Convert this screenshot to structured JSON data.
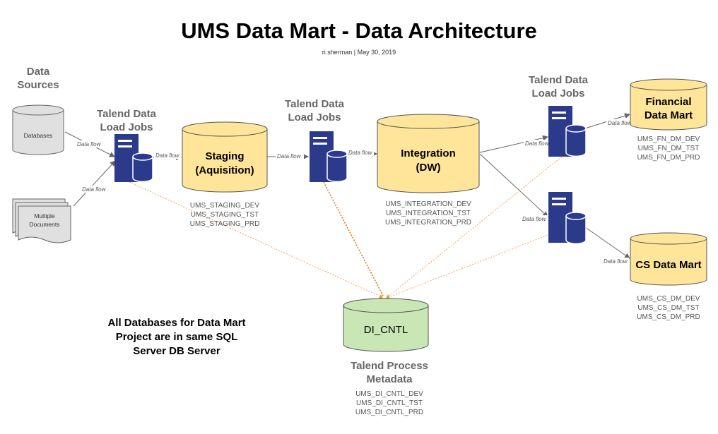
{
  "title": "UMS Data Mart - Data Architecture",
  "subtitle": "ri.sherman   |  May 30, 2019",
  "labels": {
    "data_sources": [
      "Data",
      "Sources"
    ],
    "talend_jobs_1": [
      "Talend Data",
      "Load Jobs"
    ],
    "talend_jobs_2": [
      "Talend Data",
      "Load Jobs"
    ],
    "talend_jobs_3": [
      "Talend Data",
      "Load Jobs"
    ],
    "talend_process": [
      "Talend Process",
      "Metadata"
    ]
  },
  "sources": {
    "databases": "Databases",
    "documents": [
      "Multiple",
      "Documents"
    ]
  },
  "stores": {
    "staging": [
      "Staging",
      "(Aquisition)"
    ],
    "integration": [
      "Integration",
      "(DW)"
    ],
    "financial": [
      "Financial",
      "Data Mart"
    ],
    "cs": "CS Data Mart",
    "di_cntl": "DI_CNTL"
  },
  "db_names": {
    "staging": [
      "UMS_STAGING_DEV",
      "UMS_STAGING_TST",
      "UMS_STAGING_PRD"
    ],
    "integration": [
      "UMS_INTEGRATION_DEV",
      "UMS_INTEGRATION_TST",
      "UMS_INTEGRATION_PRD"
    ],
    "financial": [
      "UMS_FN_DM_DEV",
      "UMS_FN_DM_TST",
      "UMS_FN_DM_PRD"
    ],
    "cs": [
      "UMS_CS_DM_DEV",
      "UMS_CS_DM_TST",
      "UMS_CS_DM_PRD"
    ],
    "di_cntl": [
      "UMS_DI_CNTL_DEV",
      "UMS_DI_CNTL_TST",
      "UMS_DI_CNTL_PRD"
    ]
  },
  "flow_label": "Data flow",
  "note": [
    "All Databases for Data Mart",
    "Project are in same SQL",
    "Server DB Server"
  ],
  "colors": {
    "yellow_fill": "#ffe599",
    "green_fill": "#c9e7b4",
    "gray_fill": "#e0e0e0",
    "server_blue": "#2b3a8a",
    "orange_line": "#f4a460",
    "arrow_gray": "#666666"
  }
}
